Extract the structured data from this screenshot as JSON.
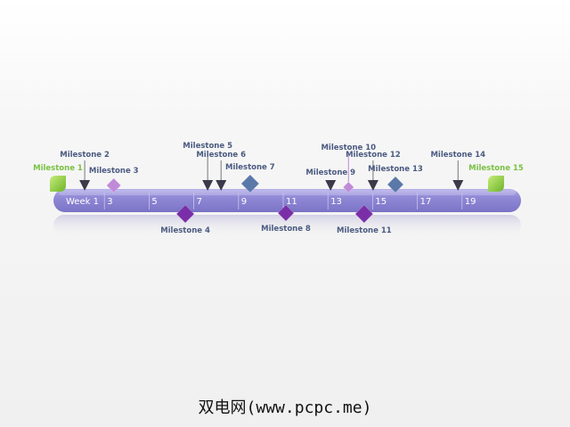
{
  "chart_data": {
    "type": "timeline",
    "title": "",
    "axis": {
      "range": [
        0,
        21
      ],
      "ticks": [
        {
          "value": 1,
          "label": "Week 1"
        },
        {
          "value": 3,
          "label": "3"
        },
        {
          "value": 5,
          "label": "5"
        },
        {
          "value": 7,
          "label": "7"
        },
        {
          "value": 9,
          "label": "9"
        },
        {
          "value": 11,
          "label": "11"
        },
        {
          "value": 13,
          "label": "13"
        },
        {
          "value": 15,
          "label": "15"
        },
        {
          "value": 17,
          "label": "17"
        },
        {
          "value": 19,
          "label": "19"
        }
      ]
    },
    "milestones": [
      {
        "label": "Milestone 1",
        "week": 0.8,
        "side": "above",
        "marker": "leaf",
        "color": "#8dc63f",
        "label_color": "#7ac143",
        "leader": 0
      },
      {
        "label": "Milestone 2",
        "week": 2.0,
        "side": "above",
        "marker": "arrow",
        "color": "#3a3a4a",
        "label_color": "#4a5a80",
        "leader": 2
      },
      {
        "label": "Milestone 3",
        "week": 3.3,
        "side": "above",
        "marker": "diamond-small",
        "color": "#c08ad8",
        "label_color": "#4a5a80",
        "leader": 0
      },
      {
        "label": "Milestone 4",
        "week": 6.5,
        "side": "below",
        "marker": "diamond-large",
        "color": "#7a2fa8",
        "label_color": "#4a5a80",
        "leader": 0
      },
      {
        "label": "Milestone 5",
        "week": 7.5,
        "side": "above",
        "marker": "arrow",
        "color": "#3a3a4a",
        "label_color": "#4a5a80",
        "leader": 3
      },
      {
        "label": "Milestone 6",
        "week": 8.1,
        "side": "above",
        "marker": "arrow",
        "color": "#3a3a4a",
        "label_color": "#4a5a80",
        "leader": 2
      },
      {
        "label": "Milestone 7",
        "week": 9.4,
        "side": "above",
        "marker": "diamond-large",
        "color": "#5a78a8",
        "label_color": "#4a5a80",
        "leader": 0
      },
      {
        "label": "Milestone 8",
        "week": 11.0,
        "side": "below",
        "marker": "diamond-medium",
        "color": "#7a2fa8",
        "label_color": "#4a5a80",
        "leader": 0
      },
      {
        "label": "Milestone 9",
        "week": 13.0,
        "side": "above",
        "marker": "arrow",
        "color": "#3a3a4a",
        "label_color": "#4a5a80",
        "leader": 0
      },
      {
        "label": "Milestone 10",
        "week": 13.8,
        "side": "above",
        "marker": "diamond-tiny",
        "color": "#c08ad8",
        "label_color": "#4a5a80",
        "leader": 3
      },
      {
        "label": "Milestone 11",
        "week": 14.5,
        "side": "below",
        "marker": "diamond-large",
        "color": "#7a2fa8",
        "label_color": "#4a5a80",
        "leader": 0
      },
      {
        "label": "Milestone 12",
        "week": 14.9,
        "side": "above",
        "marker": "arrow",
        "color": "#3a3a4a",
        "label_color": "#4a5a80",
        "leader": 2
      },
      {
        "label": "Milestone 13",
        "week": 15.9,
        "side": "above",
        "marker": "diamond-medium",
        "color": "#5a78a8",
        "label_color": "#4a5a80",
        "leader": 0
      },
      {
        "label": "Milestone 14",
        "week": 18.7,
        "side": "above",
        "marker": "arrow",
        "color": "#3a3a4a",
        "label_color": "#4a5a80",
        "leader": 2
      },
      {
        "label": "Milestone 15",
        "week": 20.4,
        "side": "above",
        "marker": "leaf",
        "color": "#8dc63f",
        "label_color": "#7ac143",
        "leader": 0
      }
    ],
    "bar_color": "#8f88d4"
  },
  "footer": {
    "watermark": "双电网(www.pcpc.me)"
  }
}
